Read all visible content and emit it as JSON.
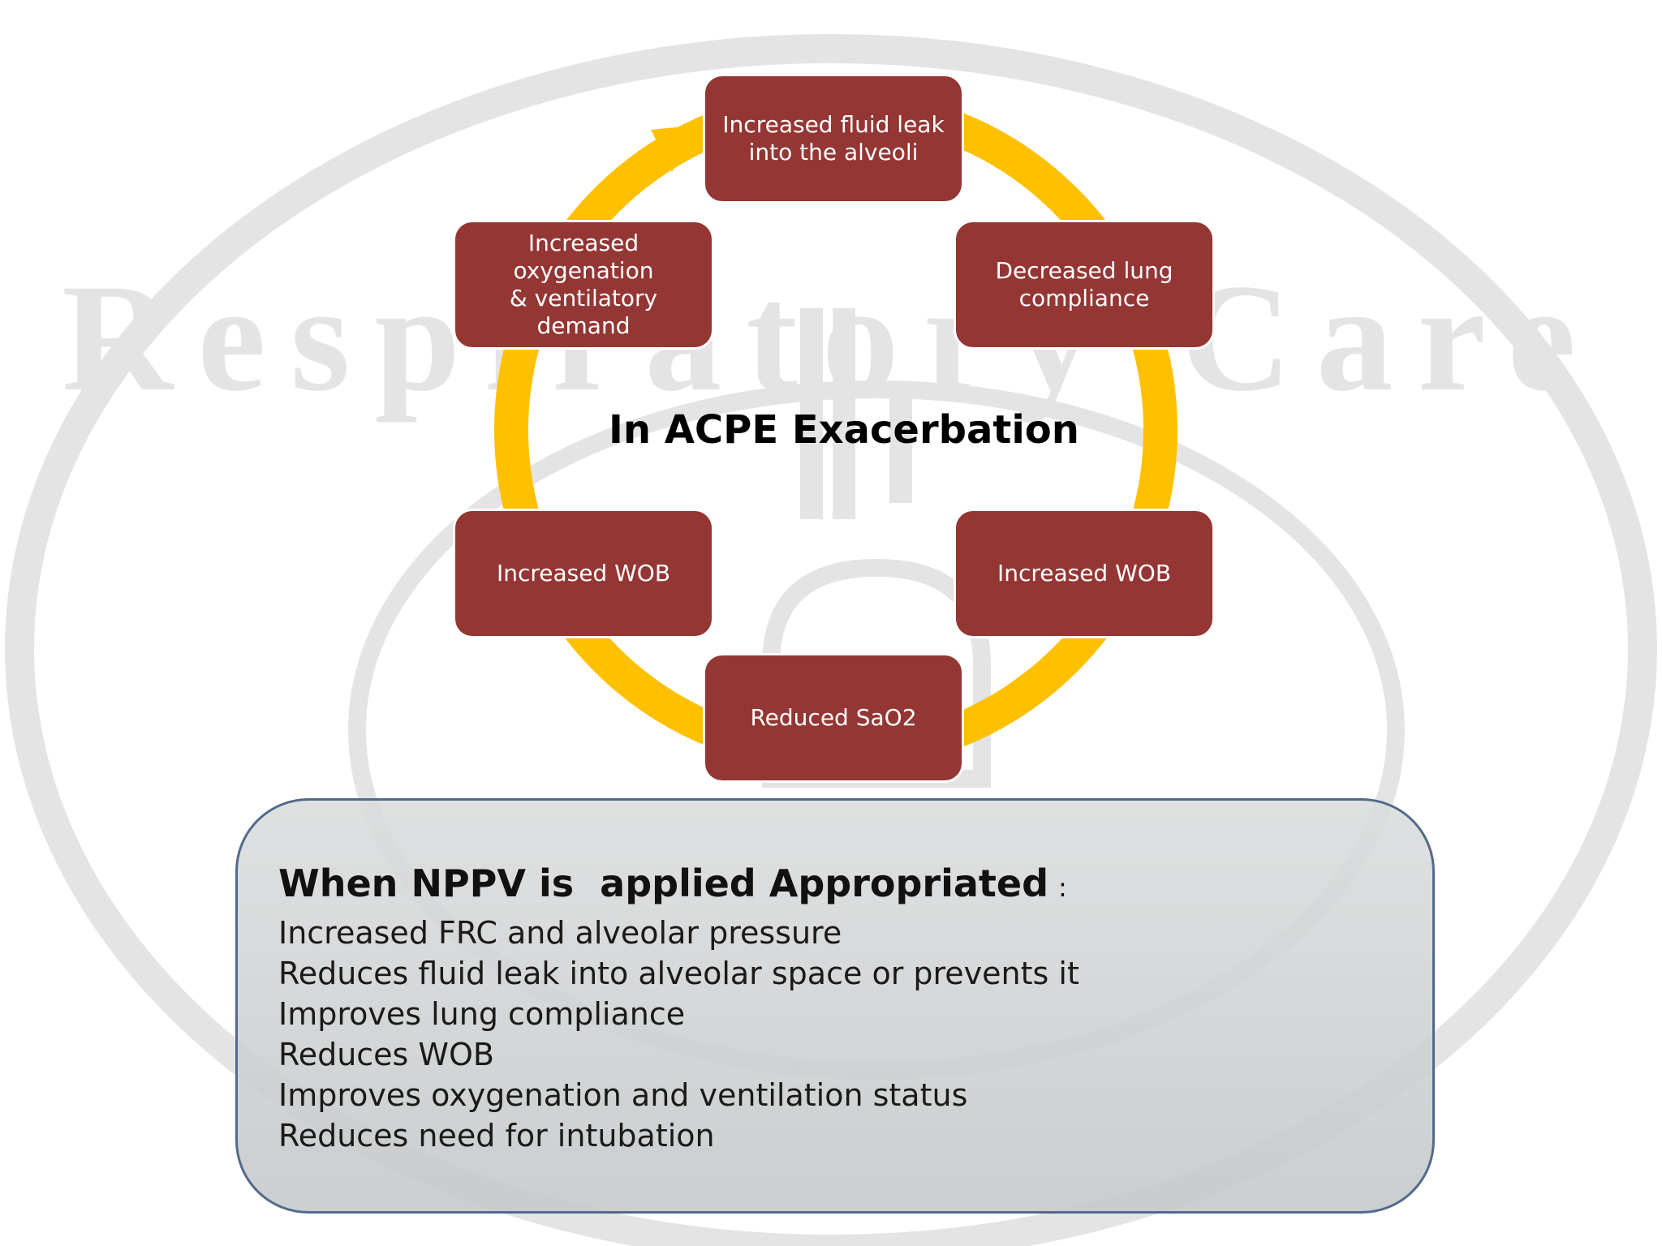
{
  "diagram": {
    "title": "In ACPE Exacerbation",
    "watermark": "Respiratory Care",
    "cycle_color": "#FFC000",
    "node_color": "#943634",
    "nodes": [
      {
        "id": "fluid-leak",
        "label": "Increased fluid leak\ninto the alveoli"
      },
      {
        "id": "lung-compliance",
        "label": "Decreased lung\ncompliance"
      },
      {
        "id": "wob-right",
        "label": "Increased WOB"
      },
      {
        "id": "sao2",
        "label": "Reduced SaO2"
      },
      {
        "id": "wob-left",
        "label": "Increased WOB"
      },
      {
        "id": "oxygenation-demand",
        "label": "Increased oxygenation\n& ventilatory demand"
      }
    ]
  },
  "nppv_panel": {
    "heading": "When NPPV is  applied Appropriated",
    "heading_suffix": ":",
    "benefits": [
      "Increased FRC and alveolar pressure",
      "Reduces fluid leak into alveolar space or prevents it",
      "Improves lung compliance",
      "Reduces WOB",
      "Improves oxygenation and ventilation status",
      "Reduces need for intubation"
    ]
  }
}
